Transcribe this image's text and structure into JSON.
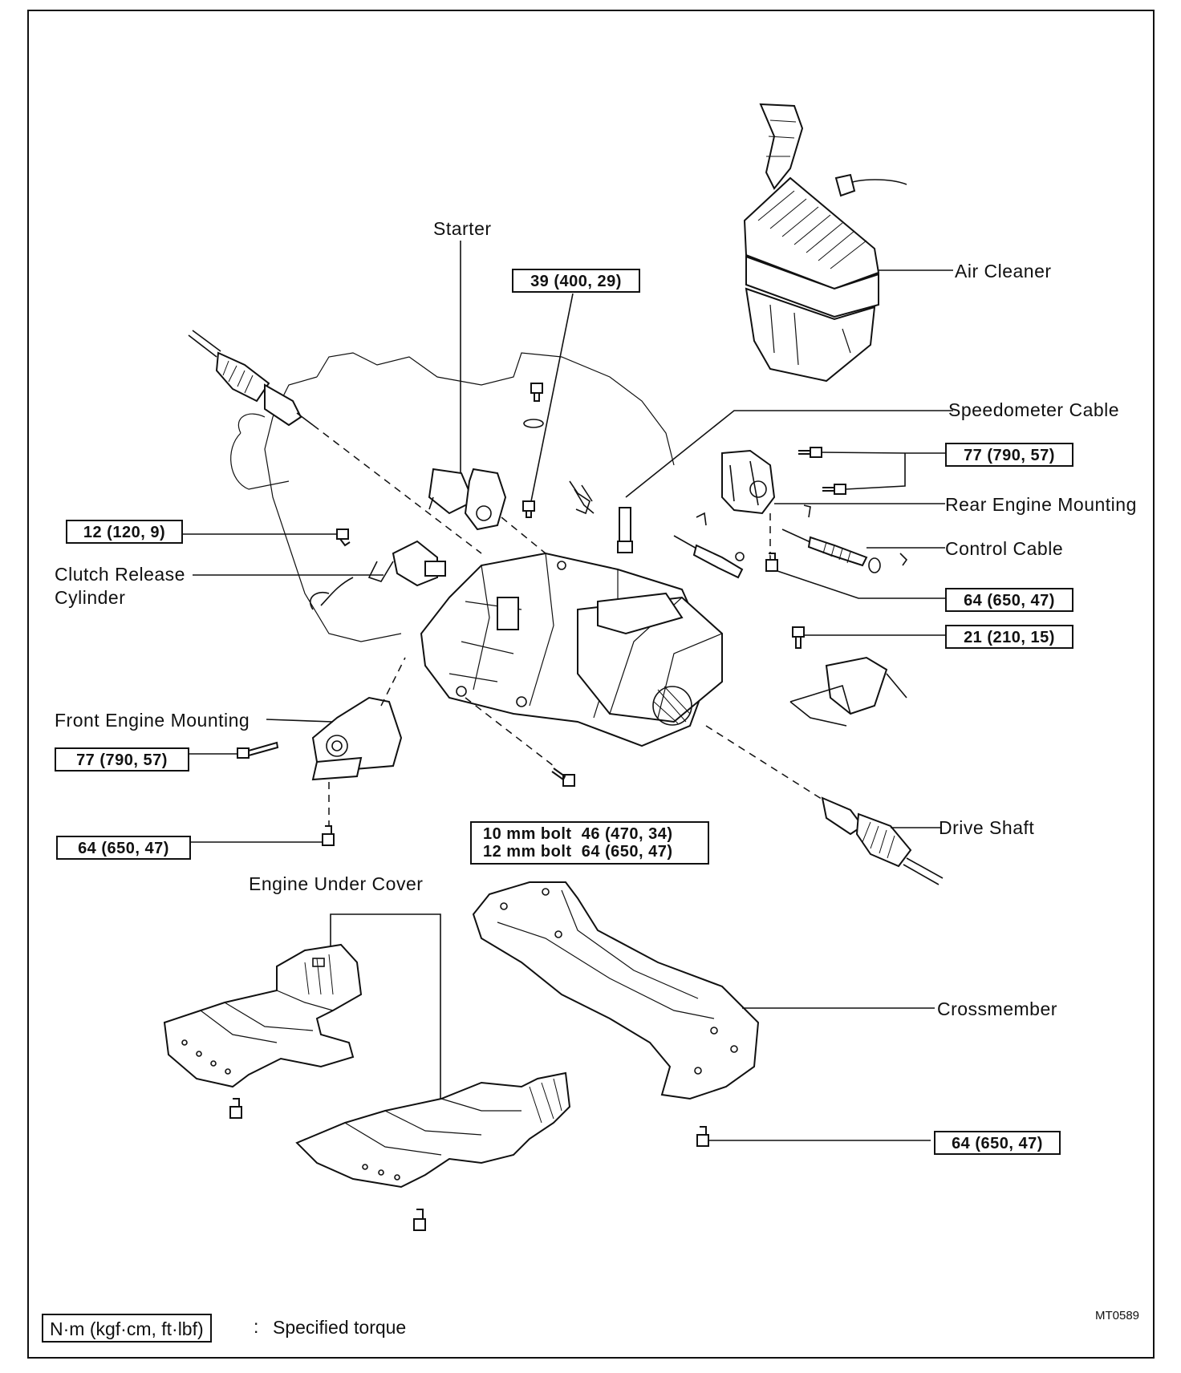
{
  "parts": {
    "starter": "Starter",
    "air_cleaner": "Air Cleaner",
    "speedometer_cable": "Speedometer Cable",
    "rear_engine_mounting": "Rear Engine Mounting",
    "control_cable": "Control Cable",
    "clutch_release_cylinder_line1": "Clutch Release",
    "clutch_release_cylinder_line2": "Cylinder",
    "front_engine_mounting": "Front Engine Mounting",
    "drive_shaft": "Drive Shaft",
    "engine_under_cover": "Engine Under Cover",
    "crossmember": "Crossmember"
  },
  "torques": {
    "starter_bolt": "39 (400, 29)",
    "rear_mount_bolt": "77 (790, 57)",
    "rear_mount_lower": "64 (650, 47)",
    "bracket_bolt": "21 (210, 15)",
    "clutch_cyl_bolt": "12 (120, 9)",
    "front_mount_bolt": "77 (790, 57)",
    "front_mount_lower": "64 (650, 47)",
    "trans_bolt_10mm": "10 mm bolt  46 (470, 34)",
    "trans_bolt_12mm": "12 mm bolt  64 (650, 47)",
    "crossmember_bolt": "64 (650, 47)"
  },
  "legend": {
    "units": "N·m (kgf·cm, ft·lbf)",
    "separator": ":",
    "meaning": "Specified torque"
  },
  "figure_code": "MT0589"
}
